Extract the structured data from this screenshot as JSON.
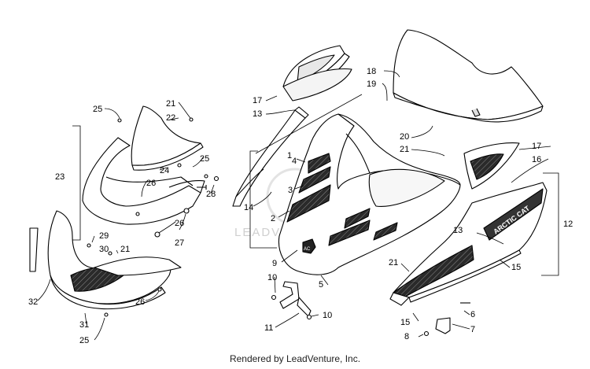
{
  "footer_text": "Rendered by LeadVenture, Inc.",
  "watermark_text": "LEADVENTURE",
  "brand_decal_text": "ARCTIC CAT",
  "callouts": {
    "c1": "1",
    "c2": "2",
    "c3": "3",
    "c4": "4",
    "c5": "5",
    "c6": "6",
    "c7": "7",
    "c8": "8",
    "c9": "9",
    "c10a": "10",
    "c10b": "10",
    "c11": "11",
    "c12": "12",
    "c13a": "13",
    "c13b": "13",
    "c14": "14",
    "c15a": "15",
    "c15b": "15",
    "c16": "16",
    "c17a": "17",
    "c17b": "17",
    "c18": "18",
    "c19": "19",
    "c20": "20",
    "c21a": "21",
    "c21b": "21",
    "c21c": "21",
    "c21d": "21",
    "c22": "22",
    "c23": "23",
    "c24": "24",
    "c25a": "25",
    "c25b": "25",
    "c25c": "25",
    "c26a": "26",
    "c26b": "26",
    "c26c": "26",
    "c27": "27",
    "c28": "28",
    "c29": "29",
    "c30": "30",
    "c31": "31",
    "c32": "32"
  }
}
